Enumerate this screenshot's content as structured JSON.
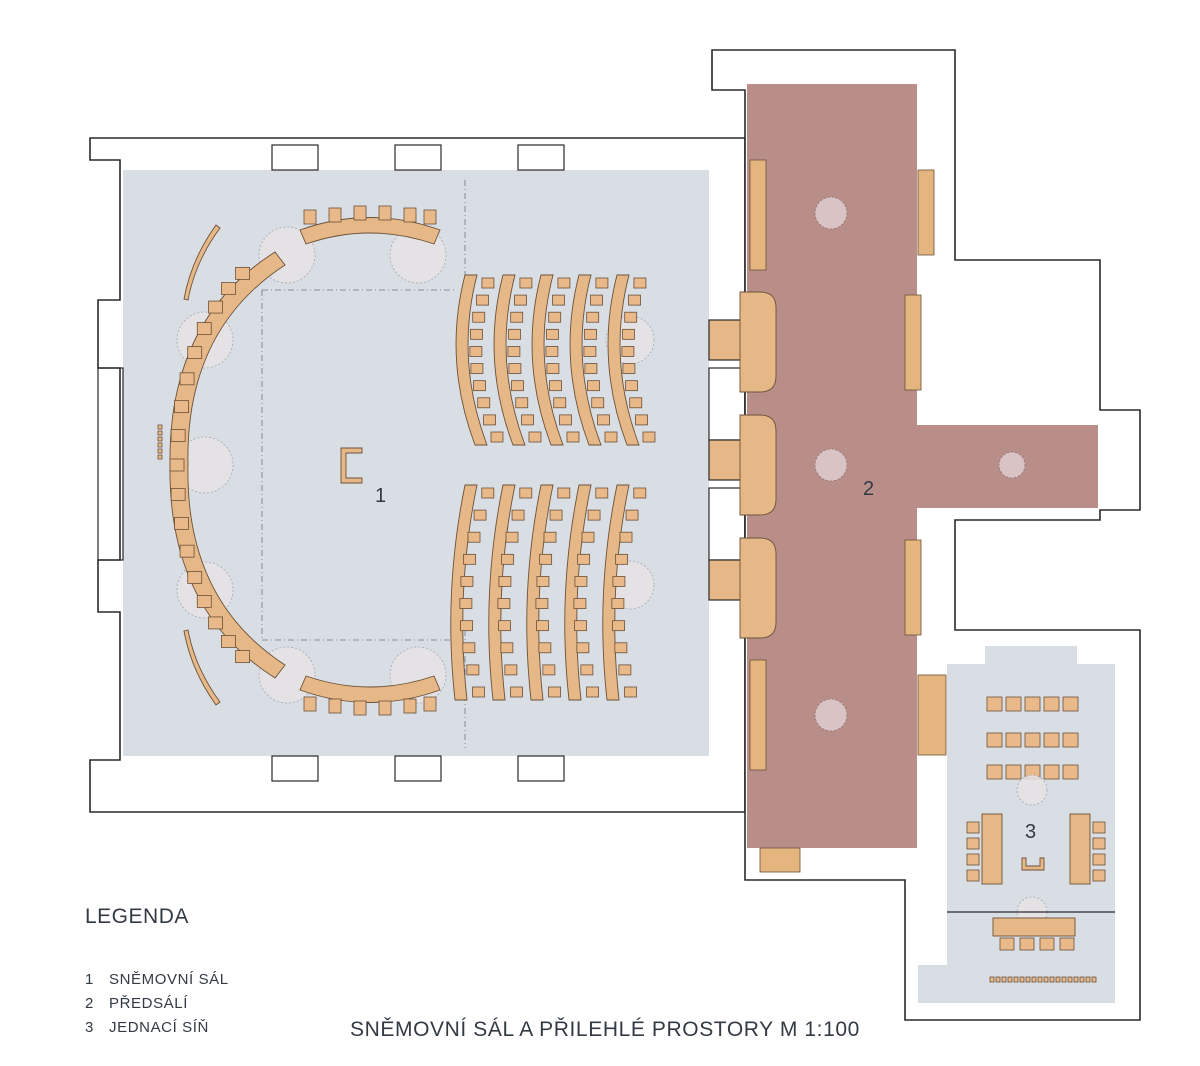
{
  "rooms": [
    {
      "number": "1",
      "name": "SNĚMOVNÍ SÁL"
    },
    {
      "number": "2",
      "name": "PŘEDSÁLÍ"
    },
    {
      "number": "3",
      "name": "JEDNACÍ SÍŇ"
    }
  ],
  "legend": {
    "title": "LEGENDA",
    "items": [
      {
        "number": "1",
        "label": "SNĚMOVNÍ SÁL"
      },
      {
        "number": "2",
        "label": "PŘEDSÁLÍ"
      },
      {
        "number": "3",
        "label": "JEDNACÍ SÍŇ"
      }
    ]
  },
  "caption": "SNĚMOVNÍ SÁL A PŘILEHLÉ PROSTORY M 1:100",
  "colors": {
    "hall_floor": "#d9dde4",
    "foyer_floor": "#b98e89",
    "furniture": "#e7b887",
    "walls": "#2a2a2a"
  }
}
